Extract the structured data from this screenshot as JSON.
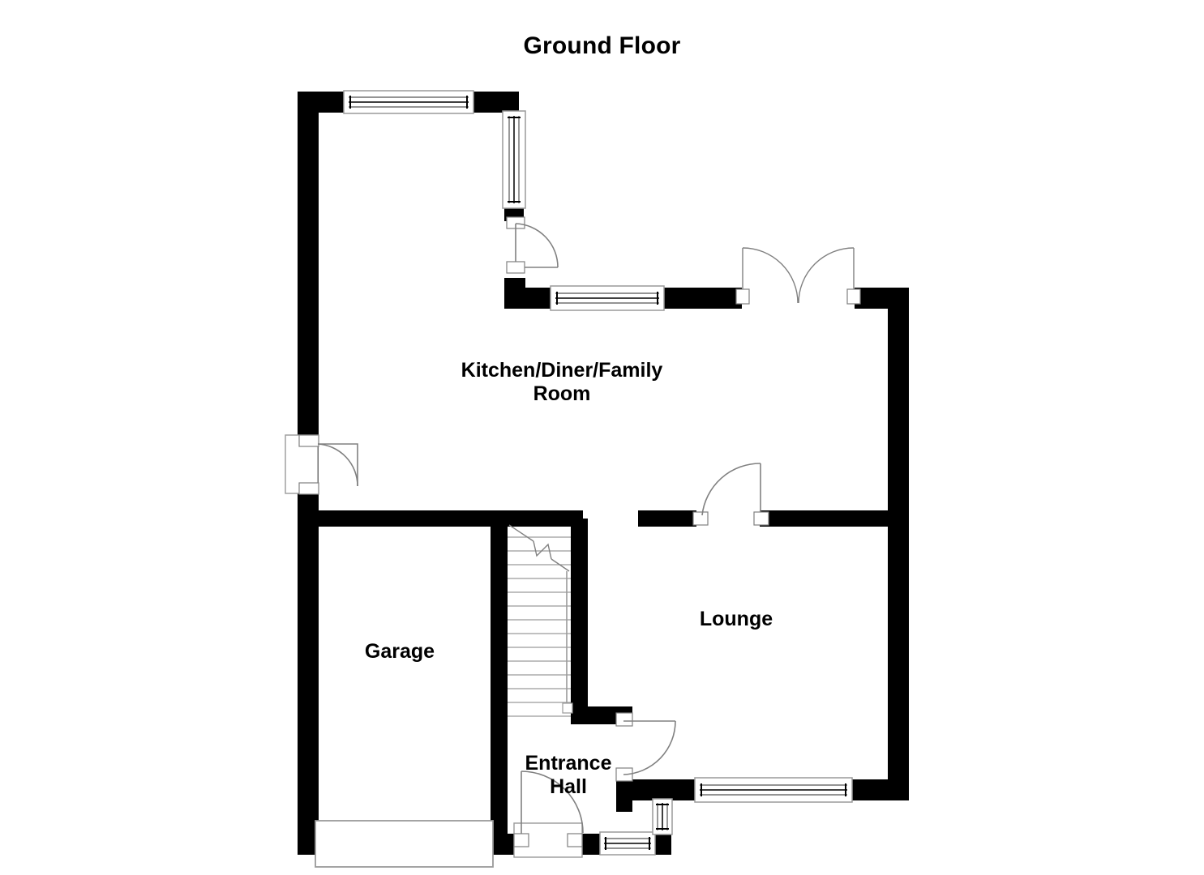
{
  "plan": {
    "title": "Ground Floor",
    "colors": {
      "wall": "#000000",
      "background": "#ffffff",
      "door_arc": "#808080",
      "window_frame": "#9a9a9a",
      "stair_line": "#9a9a9a",
      "text": "#000000"
    },
    "rooms": [
      {
        "id": "kitchen",
        "label": "Kitchen/Diner/Family\nRoom"
      },
      {
        "id": "garage",
        "label": "Garage"
      },
      {
        "id": "lounge",
        "label": "Lounge"
      },
      {
        "id": "entrance_hall",
        "label": "Entrance\nHall"
      }
    ],
    "features": {
      "windows": [
        {
          "id": "kitchen-window-north",
          "orientation": "horizontal"
        },
        {
          "id": "kitchen-window-east-upper",
          "orientation": "vertical"
        },
        {
          "id": "kitchen-window-south",
          "orientation": "horizontal"
        },
        {
          "id": "lounge-window-south",
          "orientation": "horizontal"
        },
        {
          "id": "entrance-window-south",
          "orientation": "horizontal"
        },
        {
          "id": "entrance-window-east",
          "orientation": "vertical"
        }
      ],
      "doors": [
        {
          "id": "kitchen-door-east-upper",
          "type": "single-swing"
        },
        {
          "id": "kitchen-french-doors-south",
          "type": "double-swing"
        },
        {
          "id": "kitchen-door-west",
          "type": "single-swing"
        },
        {
          "id": "lounge-door-north",
          "type": "single-swing"
        },
        {
          "id": "entrance-hall-door-lounge",
          "type": "single-swing"
        },
        {
          "id": "front-door",
          "type": "single-swing"
        },
        {
          "id": "garage-door-south",
          "type": "up-and-over"
        }
      ],
      "stairs": {
        "id": "staircase",
        "tread_count": 14,
        "break_symbol": true
      }
    }
  }
}
